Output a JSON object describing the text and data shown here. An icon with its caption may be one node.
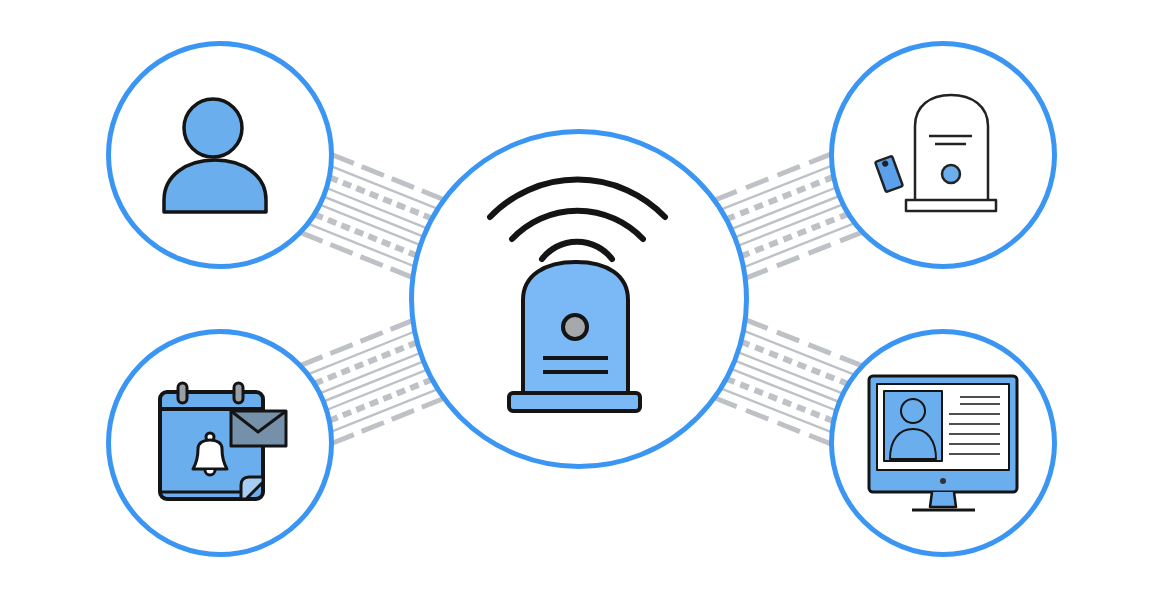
{
  "diagram": {
    "nodes": [
      {
        "text": [],
        "shape": "circle"
      },
      {
        "text": [],
        "shape": "circle"
      },
      {
        "text": [],
        "shape": "circle"
      },
      {
        "text": [],
        "shape": "circle"
      },
      {
        "text": [],
        "shape": "circle"
      }
    ],
    "edges": [
      {
        "from": 0,
        "to": 2,
        "arrow": "none",
        "style": "dashed"
      },
      {
        "from": 1,
        "to": 2,
        "arrow": "none",
        "style": "dashed"
      },
      {
        "from": 3,
        "to": 2,
        "arrow": "none",
        "style": "dashed"
      },
      {
        "from": 4,
        "to": 2,
        "arrow": "none",
        "style": "dashed"
      }
    ]
  }
}
